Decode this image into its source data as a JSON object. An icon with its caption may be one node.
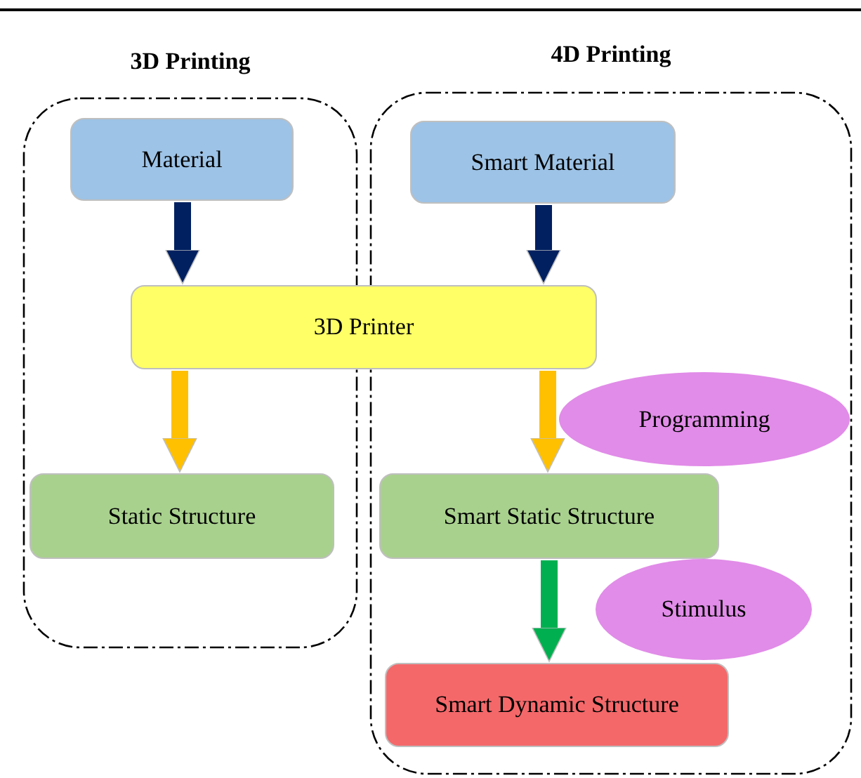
{
  "diagram": {
    "nodes": [
      {
        "text": [
          "3D Printing"
        ]
      },
      {
        "text": [
          "4D Printing"
        ]
      },
      {
        "text": [
          "Material"
        ],
        "in": 0
      },
      {
        "text": [
          "Smart Material"
        ],
        "in": 1
      },
      {
        "text": [
          "3D Printer"
        ]
      },
      {
        "text": [
          "Static Structure"
        ],
        "in": 0
      },
      {
        "text": [
          "Programming"
        ],
        "in": 1
      },
      {
        "text": [
          "Smart Static Structure"
        ],
        "in": 1
      },
      {
        "text": [
          "Stimulus"
        ],
        "in": 1
      },
      {
        "text": [
          "Smart Dynamic Structure"
        ],
        "in": 1
      }
    ],
    "edges": [
      {
        "from": 2,
        "to": 4,
        "arrow": "to",
        "color": "#002060"
      },
      {
        "from": 3,
        "to": 4,
        "arrow": "to",
        "color": "#002060"
      },
      {
        "from": 4,
        "to": 5,
        "arrow": "to",
        "color": "#ffc000"
      },
      {
        "from": 4,
        "to": 7,
        "arrow": "to",
        "color": "#ffc000"
      },
      {
        "from": 7,
        "to": 9,
        "arrow": "to",
        "color": "#00b050"
      }
    ]
  }
}
